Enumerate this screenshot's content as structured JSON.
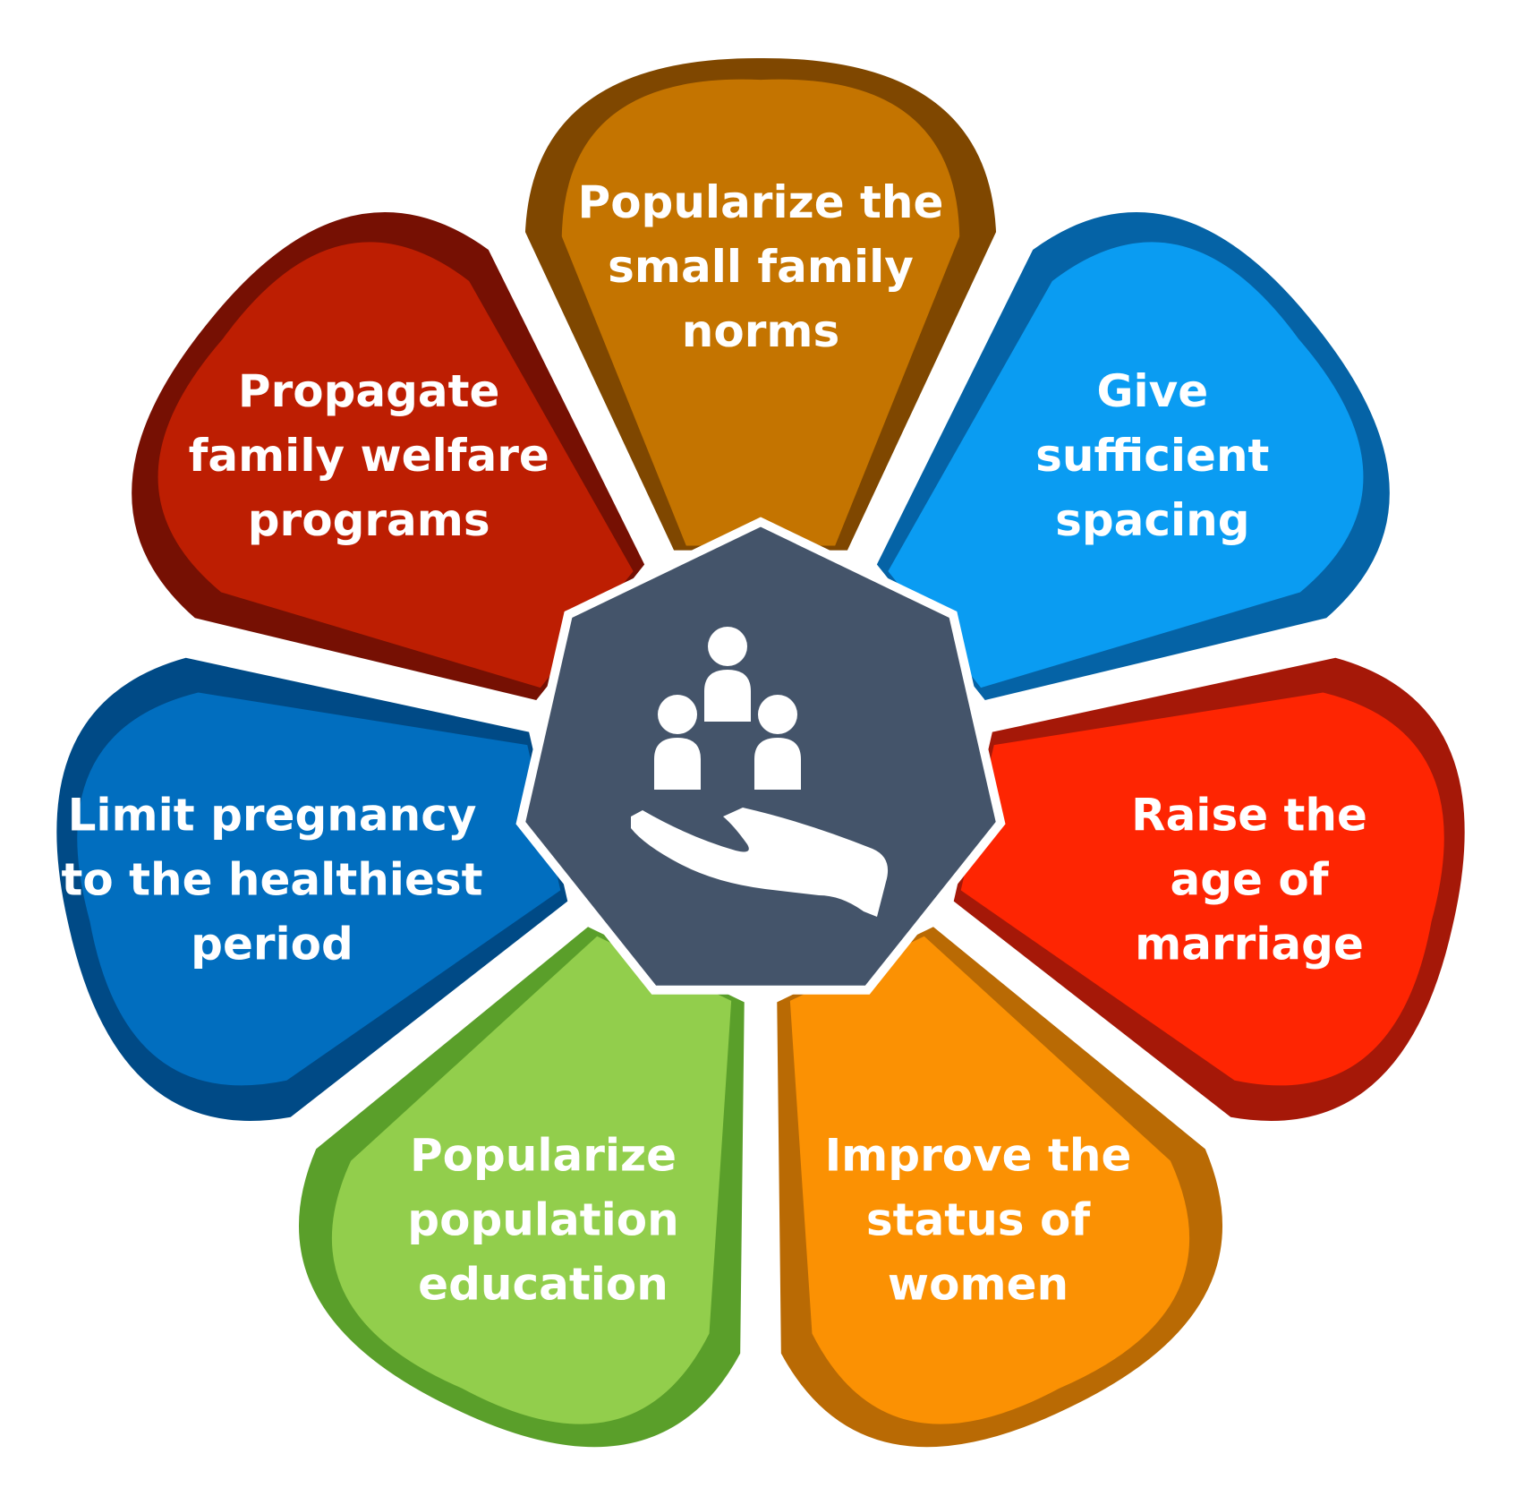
{
  "segments": [
    {
      "id": "popularize-small-family-norms",
      "lines": [
        "Popularize the",
        "small family",
        "norms"
      ],
      "color": "#C47400",
      "shade": "#7F4700"
    },
    {
      "id": "give-sufficient-spacing",
      "lines": [
        "Give",
        "sufficient",
        "spacing"
      ],
      "color": "#0A9CF2",
      "shade": "#0563A6"
    },
    {
      "id": "raise-age-of-marriage",
      "lines": [
        "Raise the",
        "age of",
        "marriage"
      ],
      "color": "#FE2502",
      "shade": "#A51808"
    },
    {
      "id": "improve-status-of-women",
      "lines": [
        "Improve the",
        "status of",
        "women"
      ],
      "color": "#FB9103",
      "shade": "#B96A04"
    },
    {
      "id": "popularize-population-education",
      "lines": [
        "Popularize",
        "population",
        "education"
      ],
      "color": "#92CE4C",
      "shade": "#5A9F2A"
    },
    {
      "id": "limit-pregnancy-healthiest-period",
      "lines": [
        "Limit pregnancy",
        "to the healthiest",
        "period"
      ],
      "color": "#016EBF",
      "shade": "#004A86"
    },
    {
      "id": "propagate-family-welfare-programs",
      "lines": [
        "Propagate",
        "family welfare",
        "programs"
      ],
      "color": "#BD1E02",
      "shade": "#761003"
    }
  ],
  "center": {
    "color": "#44546A",
    "icon": "family-in-hand-icon"
  }
}
